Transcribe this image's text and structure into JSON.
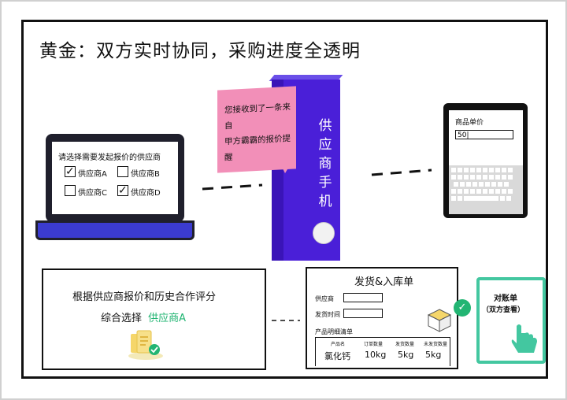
{
  "title": "黄金：双方实时协同，采购进度全透明",
  "laptop": {
    "prompt": "请选择需要发起报价的供应商",
    "suppliers": [
      {
        "label": "供应商A",
        "checked": true
      },
      {
        "label": "供应商B",
        "checked": false
      },
      {
        "label": "供应商C",
        "checked": false
      },
      {
        "label": "供应商D",
        "checked": true
      }
    ]
  },
  "notification": {
    "line1": "您接收到了一条来自",
    "line2": "甲方霸霸的报价提醒"
  },
  "supplier_phone": {
    "label": "供应商手机"
  },
  "price_input": {
    "label": "商品单价",
    "value": "50"
  },
  "selection": {
    "line1": "根据供应商报价和历史合作评分",
    "line2_prefix": "综合选择",
    "chosen": "供应商A",
    "accent": "#22b573"
  },
  "delivery_form": {
    "title": "发货&入库单",
    "supplier_label": "供应商",
    "time_label": "发货时间",
    "detail_label": "产品明细清单",
    "columns": [
      "产品名",
      "订单数量",
      "发货数量",
      "未发货数量"
    ],
    "row": [
      "氯化钙",
      "10kg",
      "5kg",
      "5kg"
    ]
  },
  "statement": {
    "line1": "对账单",
    "line2": "（双方查看）"
  },
  "colors": {
    "phone": "#4a1fd8",
    "bubble": "#f28fb8",
    "tablet": "#43c7a0",
    "check": "#22b573"
  }
}
